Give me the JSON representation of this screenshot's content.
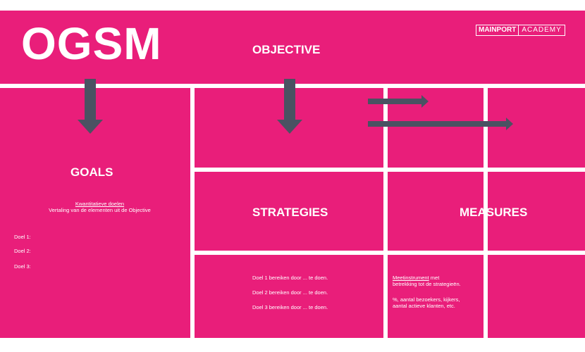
{
  "title": "OGSM",
  "objective_label": "OBJECTIVE",
  "logo": {
    "left": "MAINPORT",
    "right": "ACADEMY"
  },
  "goals": {
    "heading": "GOALS",
    "subtitle_underlined": "Kwantitatieve doelen",
    "subtitle_line2": "Vertaling van de elementen uit de Objective",
    "items": [
      "Doel 1:",
      "Doel 2:",
      "Doel 3:"
    ]
  },
  "strategies": {
    "heading": "STRATEGIES",
    "items": [
      "Doel 1 bereiken door ... te doen.",
      "Doel 2 bereiken door ... te doen.",
      "Doel 3 bereiken door ... te doen."
    ]
  },
  "measures": {
    "heading": "MEASURES",
    "line1_underlined": "Meetinstrument",
    "line1_rest": " met",
    "line2": "betrekking tot de strategieën.",
    "line3": "%, aantal bezoekers, kijkers,",
    "line4": "aantal actieve klanten, etc."
  },
  "colors": {
    "background": "#e91e7a",
    "arrow": "#4a5262",
    "text": "#ffffff"
  }
}
